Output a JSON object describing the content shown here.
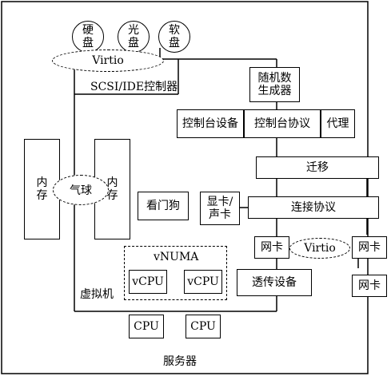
{
  "server": {
    "label": "服务器"
  },
  "disks": [
    {
      "label": "硬盘"
    },
    {
      "label": "光盘"
    },
    {
      "label": "软盘"
    }
  ],
  "virtio_top": {
    "label": "Virtio"
  },
  "scsi_controller": {
    "label": "SCSI/IDE控制器"
  },
  "rng": {
    "label": "随机数生成器"
  },
  "console_device": {
    "label": "控制台设备"
  },
  "console_protocol": {
    "label": "控制台协议"
  },
  "agent": {
    "label": "代理"
  },
  "migration": {
    "label": "迁移"
  },
  "memory_left": {
    "label": "内存"
  },
  "memory_right": {
    "label": "内存"
  },
  "balloon": {
    "label": "气球"
  },
  "watchdog": {
    "label": "看门狗"
  },
  "gpu_sound": {
    "label": "显卡/声卡"
  },
  "connection_protocol": {
    "label": "连接协议"
  },
  "vm_nic": {
    "label": "网卡"
  },
  "virtio_net": {
    "label": "Virtio"
  },
  "host_nic_1": {
    "label": "网卡"
  },
  "host_nic_2": {
    "label": "网卡"
  },
  "vnuma": {
    "label": "vNUMA"
  },
  "vcpu_1": {
    "label": "vCPU"
  },
  "vcpu_2": {
    "label": "vCPU"
  },
  "passthrough": {
    "label": "透传设备"
  },
  "vm": {
    "label": "虚拟机"
  },
  "cpu_1": {
    "label": "CPU"
  },
  "cpu_2": {
    "label": "CPU"
  }
}
